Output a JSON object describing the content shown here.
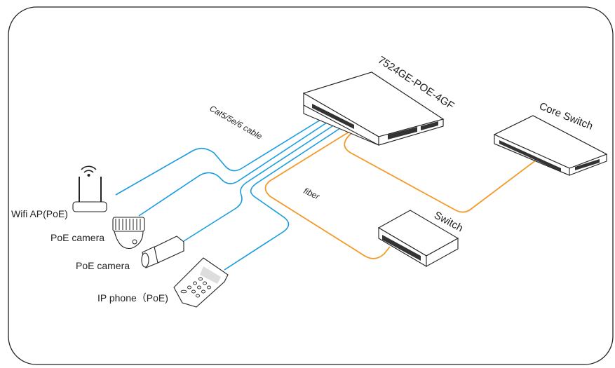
{
  "diagram": {
    "main_switch": {
      "label": "7524GE-POE-4GF"
    },
    "core_switch": {
      "label": "Core Switch"
    },
    "switch": {
      "label": "Switch"
    },
    "cable_label": "Cat5/5e/6 cable",
    "fiber_label": "fiber",
    "devices": [
      {
        "label": "Wifi AP(PoE)",
        "icon": "wifi-ap-icon"
      },
      {
        "label": "PoE camera",
        "icon": "dome-camera-icon"
      },
      {
        "label": "PoE camera",
        "icon": "bullet-camera-icon"
      },
      {
        "label": "IP phone（PoE)",
        "icon": "ip-phone-icon"
      }
    ],
    "colors": {
      "copper": "#1a9be0",
      "fiber": "#f39a2b",
      "border": "#222222"
    }
  }
}
